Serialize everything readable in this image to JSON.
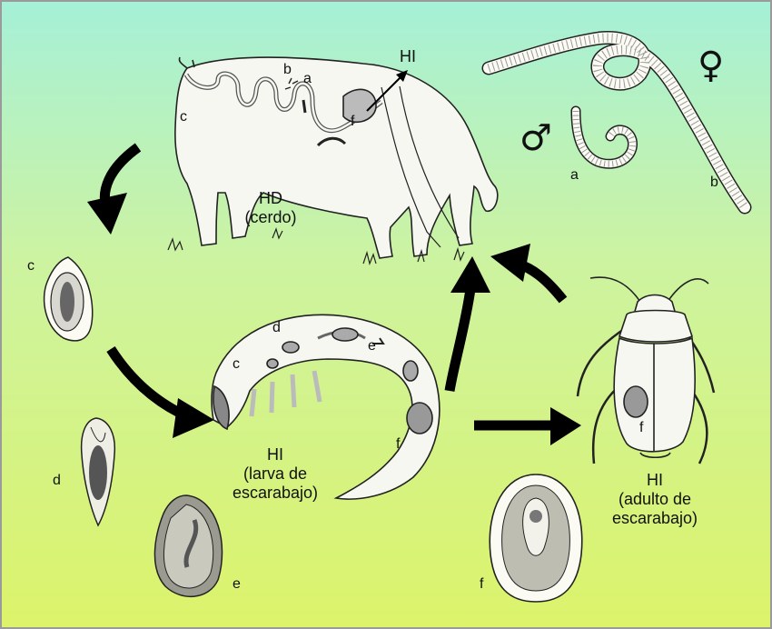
{
  "diagram": {
    "colors": {
      "background_top": "#a5f0d8",
      "background_bottom": "#dcf36a",
      "arrow": "#000000",
      "outline": "#222222",
      "body_fill": "#f7f7f2"
    },
    "host_definitive": {
      "code": "HD",
      "name": "(cerdo)"
    },
    "larva": {
      "line1": "HI",
      "line2": "(larva de",
      "line3": "escarabajo)"
    },
    "adult": {
      "line1": "HI",
      "line2": "(adulto de",
      "line3": "escarabajo)"
    },
    "hi_arrow_label": "HI",
    "pig_letters": {
      "a": "a",
      "b": "b",
      "c": "c",
      "f": "f"
    },
    "larva_letters": {
      "c": "c",
      "d": "d",
      "e": "e",
      "f": "f"
    },
    "beetle_letter": "f",
    "worm_letters": {
      "male_worm": "a",
      "female_worm": "b"
    },
    "symbols": {
      "female": "♀",
      "male": "♂"
    },
    "stage_letters": {
      "c": "c",
      "d": "d",
      "e": "e",
      "f": "f"
    }
  }
}
